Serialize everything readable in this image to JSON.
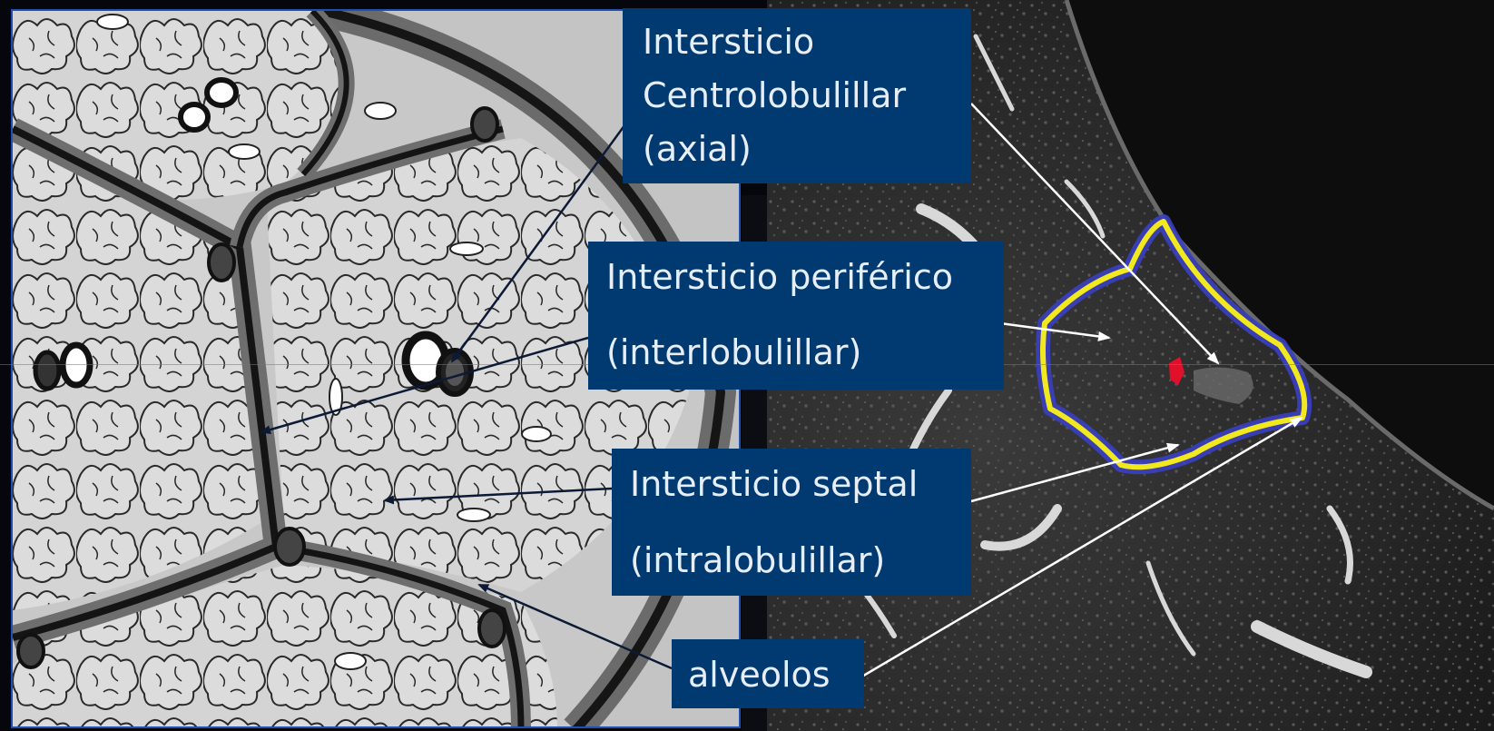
{
  "labels": {
    "centrolobulillar": {
      "line1": "Intersticio",
      "line2": "Centrolobulillar",
      "line3": "(axial)"
    },
    "periferico": {
      "line1": "Intersticio periférico",
      "line2": "(interlobulillar)"
    },
    "septal": {
      "line1": "Intersticio  septal",
      "line2": "(intralobulillar)"
    },
    "alveolos": {
      "line1": "alveolos"
    }
  },
  "colors": {
    "label_background": "#003a70",
    "label_text": "#e7eef8",
    "diagram_frame": "#1f4fb0",
    "outline_inner": "#f2e81e",
    "outline_outer": "#3a3fc0",
    "centre_marker": "#e0102a",
    "arrow_dark": "#0d1a35",
    "arrow_light": "#ffffff"
  },
  "icons": {
    "arrow": "arrow-icon",
    "lobule": "secondary-lobule-icon"
  }
}
